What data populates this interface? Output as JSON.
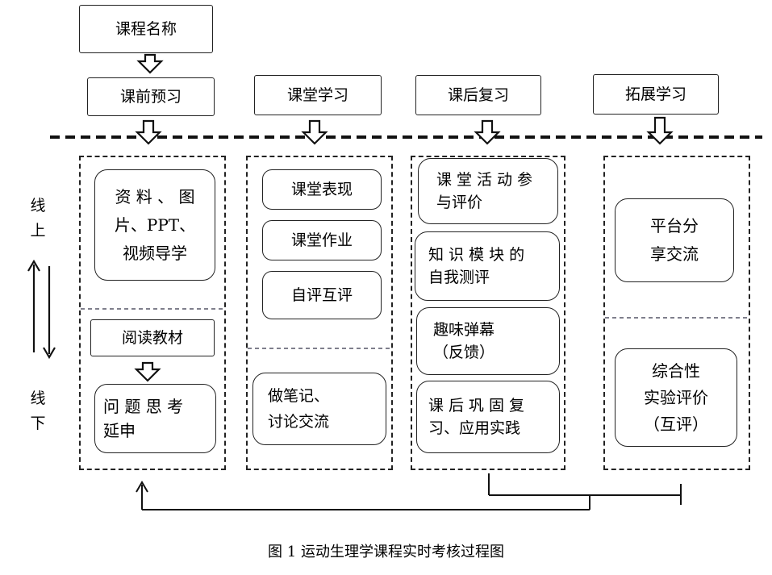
{
  "top": {
    "course_name": "课程名称"
  },
  "stages": [
    {
      "label": "课前预习"
    },
    {
      "label": "课堂学习"
    },
    {
      "label": "课后复习"
    },
    {
      "label": "拓展学习"
    }
  ],
  "side": {
    "online": [
      "线",
      "上"
    ],
    "offline": [
      "线",
      "下"
    ]
  },
  "col1": {
    "online_lines": [
      "资 料 、 图",
      "片、PPT、",
      "视频导学"
    ],
    "read": "阅读教材",
    "think_lines": [
      "问 题 思 考",
      "延申"
    ]
  },
  "col2": {
    "items": [
      "课堂表现",
      "课堂作业",
      "自评互评"
    ],
    "notes_lines": [
      "做笔记、",
      "讨论交流"
    ]
  },
  "col3": {
    "b1_lines": [
      "课堂活动参",
      "与评价"
    ],
    "b2_lines": [
      "知 识 模 块 的",
      "自我测评"
    ],
    "b3_lines": [
      "趣味弹幕",
      "（反馈）"
    ],
    "b4_lines": [
      "课后巩固复",
      "习、应用实践"
    ]
  },
  "col4": {
    "share_lines": [
      "平台分",
      "享交流"
    ],
    "eval_lines": [
      "综合性",
      "实验评价",
      "（互评）"
    ]
  },
  "caption": "图 1 运动生理学课程实时考核过程图"
}
